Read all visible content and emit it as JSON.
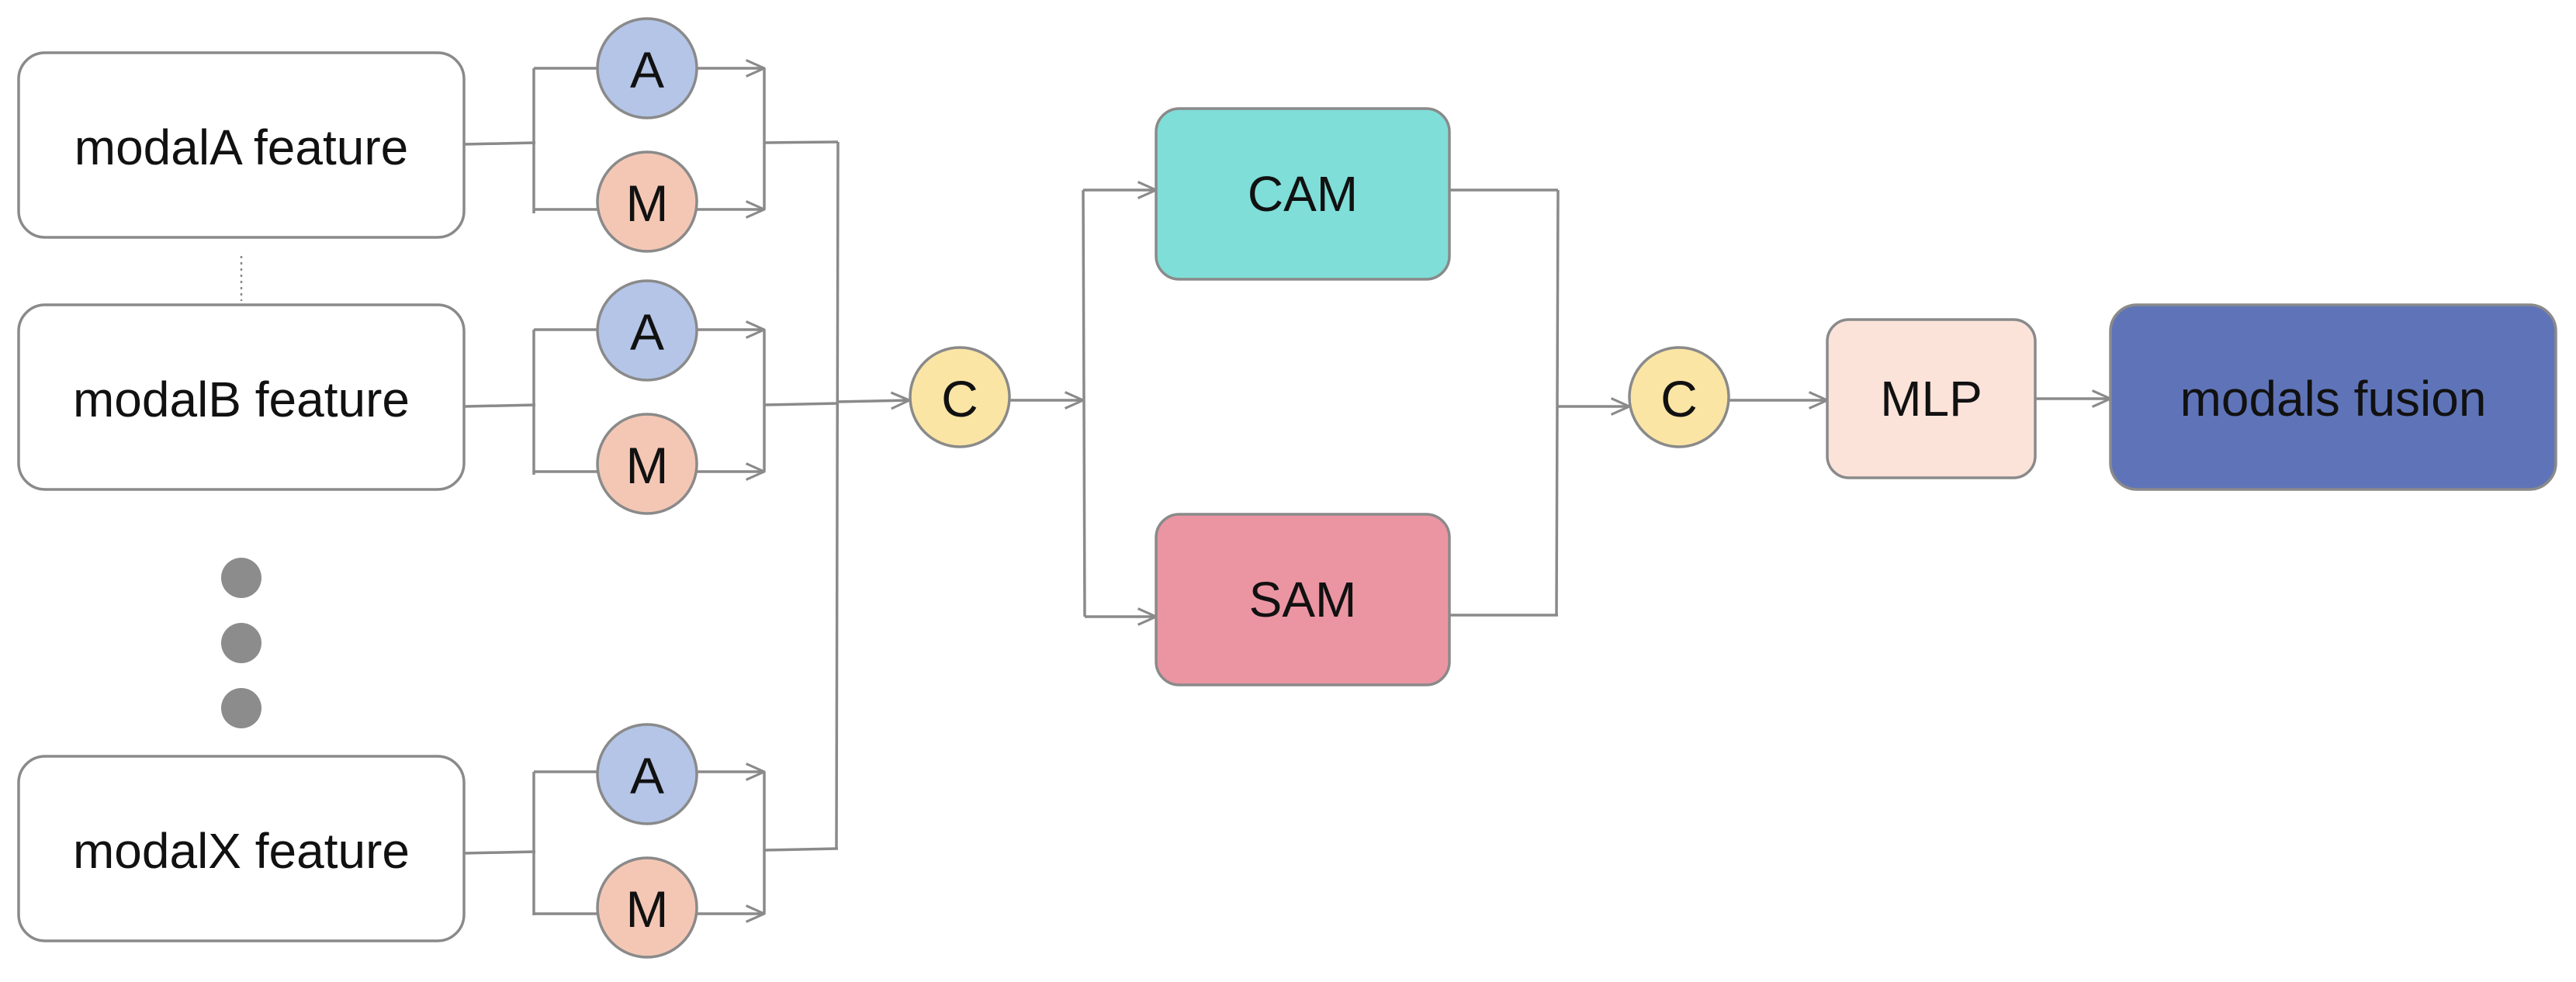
{
  "diagram": {
    "inputs": [
      {
        "label": "modalA feature"
      },
      {
        "label": "modalB feature"
      },
      {
        "label": "modalX feature"
      }
    ],
    "op_avg": "A",
    "op_max": "M",
    "concat": "C",
    "cam": "CAM",
    "sam": "SAM",
    "mlp": "MLP",
    "output": "modals fusion"
  },
  "colors": {
    "avg_fill": "#b4c5e8",
    "max_fill": "#f4c7b5",
    "concat_fill": "#fae5a5",
    "cam_fill": "#7fded7",
    "sam_fill": "#eb95a3",
    "mlp_fill": "#fbe3da",
    "output_fill": "#5f74b8",
    "input_fill": "#ffffff",
    "dots": "#8c8c8c",
    "line": "#8a8a8a"
  }
}
